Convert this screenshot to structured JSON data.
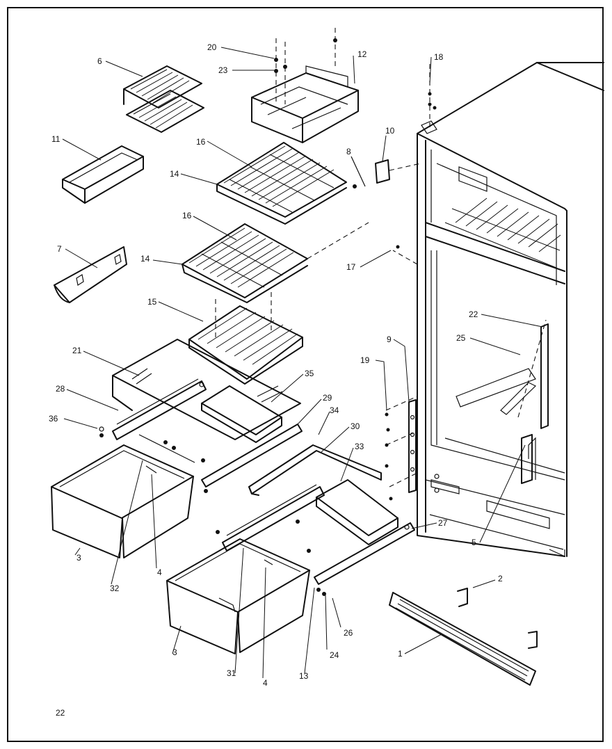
{
  "callouts": [
    {
      "id": "c1",
      "label": "1"
    },
    {
      "id": "c2",
      "label": "2"
    },
    {
      "id": "c3a",
      "label": "3"
    },
    {
      "id": "c3b",
      "label": "3"
    },
    {
      "id": "c4a",
      "label": "4"
    },
    {
      "id": "c4b",
      "label": "4"
    },
    {
      "id": "c5",
      "label": "5"
    },
    {
      "id": "c6",
      "label": "6"
    },
    {
      "id": "c7",
      "label": "7"
    },
    {
      "id": "c8",
      "label": "8"
    },
    {
      "id": "c9",
      "label": "9"
    },
    {
      "id": "c10",
      "label": "10"
    },
    {
      "id": "c11",
      "label": "11"
    },
    {
      "id": "c12",
      "label": "12"
    },
    {
      "id": "c13",
      "label": "13"
    },
    {
      "id": "c14a",
      "label": "14"
    },
    {
      "id": "c14b",
      "label": "14"
    },
    {
      "id": "c15",
      "label": "15"
    },
    {
      "id": "c16a",
      "label": "16"
    },
    {
      "id": "c16b",
      "label": "16"
    },
    {
      "id": "c17",
      "label": "17"
    },
    {
      "id": "c18",
      "label": "18"
    },
    {
      "id": "c19",
      "label": "19"
    },
    {
      "id": "c20",
      "label": "20"
    },
    {
      "id": "c21",
      "label": "21"
    },
    {
      "id": "c22",
      "label": "22"
    },
    {
      "id": "c23",
      "label": "23"
    },
    {
      "id": "c24",
      "label": "24"
    },
    {
      "id": "c25",
      "label": "25"
    },
    {
      "id": "c26",
      "label": "26"
    },
    {
      "id": "c27",
      "label": "27"
    },
    {
      "id": "c28",
      "label": "28"
    },
    {
      "id": "c29",
      "label": "29"
    },
    {
      "id": "c30",
      "label": "30"
    },
    {
      "id": "c31",
      "label": "31"
    },
    {
      "id": "c32",
      "label": "32"
    },
    {
      "id": "c33",
      "label": "33"
    },
    {
      "id": "c34",
      "label": "34"
    },
    {
      "id": "c35",
      "label": "35"
    },
    {
      "id": "c36",
      "label": "36"
    }
  ],
  "page_number": "22"
}
